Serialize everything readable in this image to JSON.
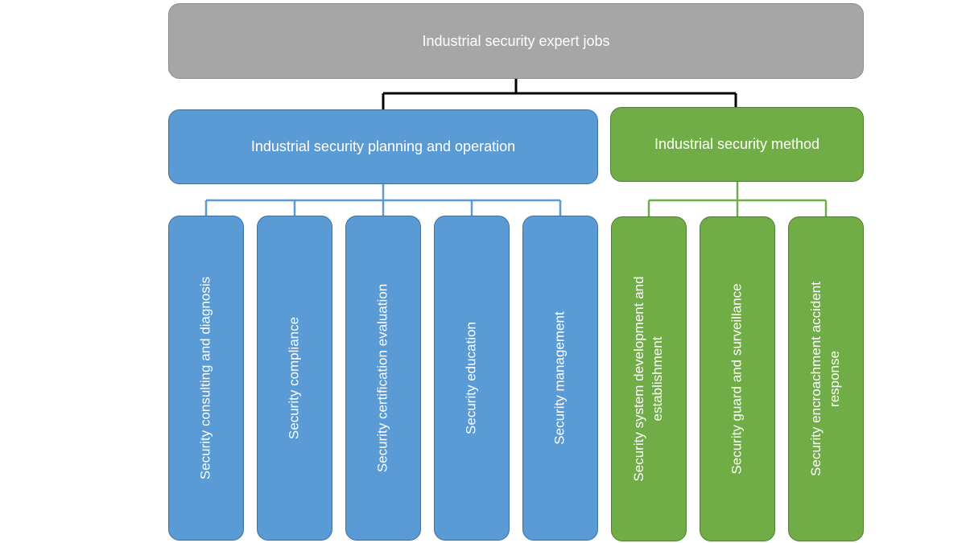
{
  "diagram": {
    "root": {
      "label": "Industrial security expert jobs"
    },
    "branches": [
      {
        "label": "Industrial security planning and operation",
        "color": "#5b9bd5",
        "children": [
          "Security consulting and diagnosis",
          "Security compliance",
          "Security certification evaluation",
          "Security education",
          "Security management"
        ]
      },
      {
        "label": "Industrial security method",
        "color": "#70ad47",
        "children": [
          "Security system development and establishment",
          "Security guard and surveillance",
          "Security encroachment accident response"
        ]
      }
    ]
  }
}
